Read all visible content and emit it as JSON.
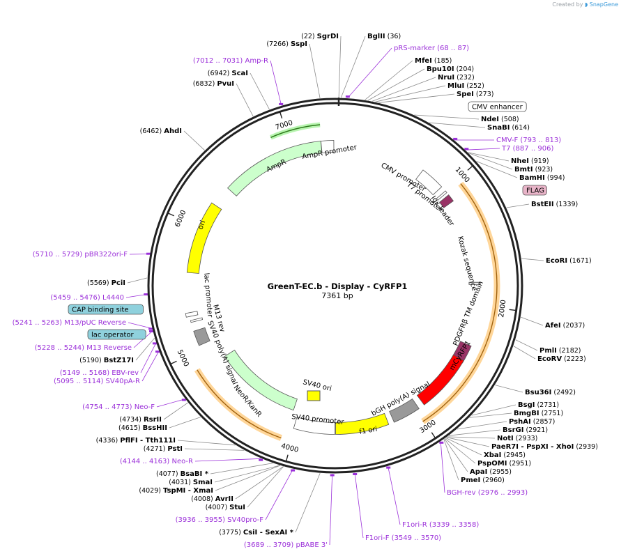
{
  "credit": {
    "prefix": "Created by",
    "brand": "SnapGene"
  },
  "plasmid": {
    "name": "GreenT-EC.b - Display - CyRFP1",
    "length_label": "7361 bp"
  },
  "ticks": [
    {
      "label": "1000",
      "pos": 1000
    },
    {
      "label": "2000",
      "pos": 2000
    },
    {
      "label": "3000",
      "pos": 3000
    },
    {
      "label": "4000",
      "pos": 4000
    },
    {
      "label": "5000",
      "pos": 5000
    },
    {
      "label": "6000",
      "pos": 6000
    },
    {
      "label": "7000",
      "pos": 7000
    }
  ],
  "features": [
    {
      "name": "CMV enhancer",
      "start": 380,
      "end": 759,
      "color": "#ffffff"
    },
    {
      "name": "CMV promoter",
      "start": 760,
      "end": 963,
      "color": "#ffffff"
    },
    {
      "name": "T7 promoter",
      "start": 1008,
      "end": 1026,
      "color": "#ffffff"
    },
    {
      "name": "Igκ leader",
      "start": 1049,
      "end": 1111,
      "color": "#993366"
    },
    {
      "name": "FLAG",
      "start": 1125,
      "end": 1148,
      "color": "#e8b4c8"
    },
    {
      "name": "Kozak sequence",
      "start": 1830,
      "end": 1839,
      "color": "#ffffff"
    },
    {
      "name": "PDGFRβ TM domain",
      "start": 2330,
      "end": 2480,
      "color": "#993366"
    },
    {
      "name": "mCyRFP1",
      "start": 2460,
      "end": 2930,
      "color": "#ff0000"
    },
    {
      "name": "bGH poly(A) signal",
      "start": 2980,
      "end": 3204,
      "color": "#999999"
    },
    {
      "name": "f1 ori",
      "start": 3250,
      "end": 3678,
      "color": "#ffff00"
    },
    {
      "name": "SV40 promoter",
      "start": 3684,
      "end": 4013,
      "color": "#ffffff"
    },
    {
      "name": "SV40 ori",
      "start": 3860,
      "end": 3995,
      "color": "#ffff00"
    },
    {
      "name": "NeoR/KanR",
      "start": 4060,
      "end": 4854,
      "color": "#ccffcc"
    },
    {
      "name": "SV40 poly(A) signal",
      "start": 5035,
      "end": 5156,
      "color": "#999999"
    },
    {
      "name": "M13 rev",
      "start": 5228,
      "end": 5244,
      "color": "#ffffff"
    },
    {
      "name": "lac operator",
      "start": 5252,
      "end": 5268,
      "color": "#ffffff"
    },
    {
      "name": "lac promoter",
      "start": 5276,
      "end": 5306,
      "color": "#ffffff"
    },
    {
      "name": "CAP binding site",
      "start": 5320,
      "end": 5341,
      "color": "#ffffff"
    },
    {
      "name": "ori",
      "start": 5625,
      "end": 6213,
      "color": "#ffff00"
    },
    {
      "name": "AmpR",
      "start": 6384,
      "end": 7244,
      "color": "#ccffcc"
    },
    {
      "name": "AmpR promoter",
      "start": 7245,
      "end": 7349,
      "color": "#ffffff"
    }
  ],
  "badges": [
    {
      "text": "CMV enhancer",
      "bg": "#ffffff"
    },
    {
      "text": "FLAG",
      "bg": "#e8b4c8"
    },
    {
      "text": "CAP binding site",
      "bg": "#8fd1dd"
    },
    {
      "text": "lac operator",
      "bg": "#8fd1dd"
    }
  ],
  "labels": [
    {
      "kind": "enz",
      "name": "SgrDI",
      "pos": "(22)",
      "site": 22
    },
    {
      "kind": "enz",
      "name": "BglII",
      "pos": "(36)",
      "site": 36
    },
    {
      "kind": "enz",
      "name": "SspI",
      "pos": "(7266)",
      "site": 7266
    },
    {
      "kind": "primer",
      "name": "pRS-marker",
      "pos": "(68 .. 87)",
      "site": 77
    },
    {
      "kind": "primer",
      "name": "Amp-R",
      "pos": "(7012 .. 7031)",
      "site": 7021
    },
    {
      "kind": "enz",
      "name": "MfeI",
      "pos": "(185)",
      "site": 185
    },
    {
      "kind": "enz",
      "name": "Bpu10I",
      "pos": "(204)",
      "site": 204
    },
    {
      "kind": "enz",
      "name": "ScaI",
      "pos": "(6942)",
      "site": 6942
    },
    {
      "kind": "enz",
      "name": "NruI",
      "pos": "(232)",
      "site": 232
    },
    {
      "kind": "enz",
      "name": "MluI",
      "pos": "(252)",
      "site": 252
    },
    {
      "kind": "enz",
      "name": "PvuI",
      "pos": "(6832)",
      "site": 6832
    },
    {
      "kind": "enz",
      "name": "SpeI",
      "pos": "(273)",
      "site": 273
    },
    {
      "kind": "enz",
      "name": "NdeI",
      "pos": "(508)",
      "site": 508
    },
    {
      "kind": "enz",
      "name": "SnaBI",
      "pos": "(614)",
      "site": 614
    },
    {
      "kind": "enz",
      "name": "AhdI",
      "pos": "(6462)",
      "site": 6462
    },
    {
      "kind": "primer",
      "name": "CMV-F",
      "pos": "(793 .. 813)",
      "site": 803
    },
    {
      "kind": "primer",
      "name": "T7",
      "pos": "(887 .. 906)",
      "site": 896
    },
    {
      "kind": "enz",
      "name": "NheI",
      "pos": "(919)",
      "site": 919
    },
    {
      "kind": "enz",
      "name": "BmtI",
      "pos": "(923)",
      "site": 923
    },
    {
      "kind": "enz",
      "name": "BamHI",
      "pos": "(994)",
      "site": 994
    },
    {
      "kind": "enz",
      "name": "BstEII",
      "pos": "(1339)",
      "site": 1339
    },
    {
      "kind": "primer",
      "name": "pBR322ori-F",
      "pos": "(5710 .. 5729)",
      "site": 5719
    },
    {
      "kind": "enz",
      "name": "EcoRI",
      "pos": "(1671)",
      "site": 1671
    },
    {
      "kind": "enz",
      "name": "PciI",
      "pos": "(5569)",
      "site": 5569
    },
    {
      "kind": "primer",
      "name": "L4440",
      "pos": "(5459 .. 5476)",
      "site": 5467
    },
    {
      "kind": "primer",
      "name": "M13/pUC Reverse",
      "pos": "(5241 .. 5263)",
      "site": 5252
    },
    {
      "kind": "enz",
      "name": "AfeI",
      "pos": "(2037)",
      "site": 2037
    },
    {
      "kind": "primer",
      "name": "M13 Reverse",
      "pos": "(5228 .. 5244)",
      "site": 5236
    },
    {
      "kind": "enz",
      "name": "PmlI",
      "pos": "(2182)",
      "site": 2182
    },
    {
      "kind": "enz",
      "name": "BstZ17I",
      "pos": "(5190)",
      "site": 5190
    },
    {
      "kind": "enz",
      "name": "EcoRV",
      "pos": "(2223)",
      "site": 2223
    },
    {
      "kind": "primer",
      "name": "EBV-rev",
      "pos": "(5149 .. 5168)",
      "site": 5158
    },
    {
      "kind": "primer",
      "name": "SV40pA-R",
      "pos": "(5095 .. 5114)",
      "site": 5104
    },
    {
      "kind": "enz",
      "name": "Bsu36I",
      "pos": "(2492)",
      "site": 2492
    },
    {
      "kind": "primer",
      "name": "Neo-F",
      "pos": "(4754 .. 4773)",
      "site": 4763
    },
    {
      "kind": "enz",
      "name": "BsgI",
      "pos": "(2731)",
      "site": 2731
    },
    {
      "kind": "enz",
      "name": "RsrII",
      "pos": "(4734)",
      "site": 4734
    },
    {
      "kind": "enz",
      "name": "BmgBI",
      "pos": "(2751)",
      "site": 2751
    },
    {
      "kind": "enz",
      "name": "BssHII",
      "pos": "(4615)",
      "site": 4615
    },
    {
      "kind": "enz",
      "name": "PshAI",
      "pos": "(2857)",
      "site": 2857
    },
    {
      "kind": "enz",
      "name": "BsrGI",
      "pos": "(2921)",
      "site": 2921
    },
    {
      "kind": "enz",
      "name": "PflFI - Tth111I",
      "pos": "(4336)",
      "site": 4336
    },
    {
      "kind": "enz",
      "name": "NotI",
      "pos": "(2933)",
      "site": 2933
    },
    {
      "kind": "enz",
      "name": "PstI",
      "pos": "(4271)",
      "site": 4271
    },
    {
      "kind": "enz",
      "name": "PaeR7I - PspXI - XhoI",
      "pos": "(2939)",
      "site": 2939
    },
    {
      "kind": "primer",
      "name": "Neo-R",
      "pos": "(4144 .. 4163)",
      "site": 4153
    },
    {
      "kind": "enz",
      "name": "XbaI",
      "pos": "(2945)",
      "site": 2945
    },
    {
      "kind": "enz",
      "name": "PspOMI",
      "pos": "(2951)",
      "site": 2951
    },
    {
      "kind": "enz",
      "name": "BsaBI *",
      "pos": "(4077)",
      "site": 4077
    },
    {
      "kind": "enz",
      "name": "ApaI",
      "pos": "(2955)",
      "site": 2955
    },
    {
      "kind": "enz",
      "name": "SmaI",
      "pos": "(4031)",
      "site": 4031
    },
    {
      "kind": "enz",
      "name": "PmeI",
      "pos": "(2960)",
      "site": 2960
    },
    {
      "kind": "enz",
      "name": "TspMI - XmaI",
      "pos": "(4029)",
      "site": 4029
    },
    {
      "kind": "primer",
      "name": "BGH-rev",
      "pos": "(2976 .. 2993)",
      "site": 2984
    },
    {
      "kind": "enz",
      "name": "AvrII",
      "pos": "(4008)",
      "site": 4008
    },
    {
      "kind": "enz",
      "name": "StuI",
      "pos": "(4007)",
      "site": 4007
    },
    {
      "kind": "primer",
      "name": "SV40pro-F",
      "pos": "(3936 .. 3955)",
      "site": 3945
    },
    {
      "kind": "primer",
      "name": "F1ori-R",
      "pos": "(3339 .. 3358)",
      "site": 3348
    },
    {
      "kind": "enz",
      "name": "CsiI - SexAI *",
      "pos": "(3775)",
      "site": 3775
    },
    {
      "kind": "primer",
      "name": "F1ori-F",
      "pos": "(3549 .. 3570)",
      "site": 3559
    },
    {
      "kind": "primer",
      "name": "pBABE 3'",
      "pos": "(3689 .. 3709)",
      "site": 3699
    }
  ]
}
